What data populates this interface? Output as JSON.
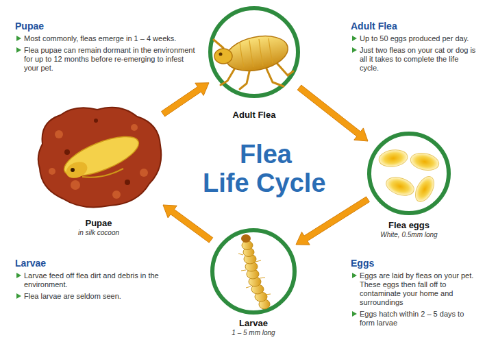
{
  "diagram": {
    "title": "Flea Life Cycle",
    "nodes": [
      {
        "text": [
          "Adult Flea"
        ]
      },
      {
        "text": [
          "Flea eggs",
          "White, 0.5mm long"
        ]
      },
      {
        "text": [
          "Larvae",
          "1 – 5 mm long"
        ]
      },
      {
        "text": [
          "Pupae",
          "in silk cocoon"
        ]
      }
    ],
    "edges": [
      {
        "from": 0,
        "to": 1,
        "arrow": "to"
      },
      {
        "from": 1,
        "to": 2,
        "arrow": "to"
      },
      {
        "from": 2,
        "to": 3,
        "arrow": "to"
      },
      {
        "from": 3,
        "to": 0,
        "arrow": "to"
      }
    ],
    "labels": [
      "Pupae",
      "Most commonly, fleas emerge in 1 – 4 weeks.",
      "Flea pupae can remain dormant in the environment for up to 12 months before re-emerging to infest your pet.",
      "Adult Flea",
      "Up to 50 eggs produced per day.",
      "Just two fleas on your cat or dog is all it takes to complete the life cycle.",
      "Larvae",
      "Larvae feed off flea dirt and debris in the environment.",
      "Flea larvae are seldom seen.",
      "Eggs",
      "Eggs are laid by fleas on your pet. These eggs then fall off to contaminate your home and surroundings",
      "Eggs hatch within 2 – 5 days to form larvae"
    ]
  }
}
